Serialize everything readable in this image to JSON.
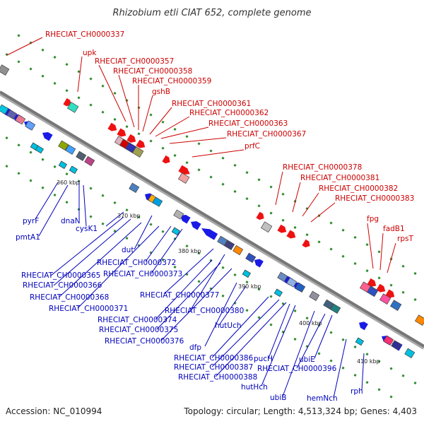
{
  "title": "Rhizobium etli CIAT 652, complete genome",
  "accession": "Accession: NC_010994",
  "summary": "Topology: circular; Length: 4,513,324 bp; Genes: 4,403",
  "colors": {
    "forward_label": "#cc0000",
    "reverse_label": "#0000bb",
    "backbone": "#777777"
  },
  "scale_labels": [
    "360 kbp",
    "370 kbp",
    "380 kbp",
    "390 kbp",
    "400 kbp",
    "410 kbp"
  ],
  "forward_genes": [
    "RHECIAT_CH0000337",
    "upk",
    "RHECIAT_CH0000357",
    "RHECIAT_CH0000358",
    "RHECIAT_CH0000359",
    "gshB",
    "RHECIAT_CH0000361",
    "RHECIAT_CH0000362",
    "RHECIAT_CH0000363",
    "RHECIAT_CH0000367",
    "prfC",
    "RHECIAT_CH0000378",
    "RHECIAT_CH0000381",
    "RHECIAT_CH0000382",
    "RHECIAT_CH0000383",
    "fpg",
    "fadB1",
    "rpsT"
  ],
  "reverse_genes": [
    "pyrF",
    "pmtA1",
    "dnaN",
    "cysK1",
    "dut",
    "RHECIAT_CH0000365",
    "RHECIAT_CH0000366",
    "RHECIAT_CH0000368",
    "RHECIAT_CH0000371",
    "RHECIAT_CH0000372",
    "RHECIAT_CH0000373",
    "RHECIAT_CH0000374",
    "RHECIAT_CH0000375",
    "RHECIAT_CH0000376",
    "RHECIAT_CH0000377",
    "RHECIAT_CH0000380",
    "dfp",
    "hutUch",
    "RHECIAT_CH0000386",
    "RHECIAT_CH0000387",
    "RHECIAT_CH0000388",
    "pucH",
    "hutHch",
    "ubiB",
    "ubiE",
    "RHECIAT_CH0000396",
    "hemNch",
    "rph"
  ]
}
